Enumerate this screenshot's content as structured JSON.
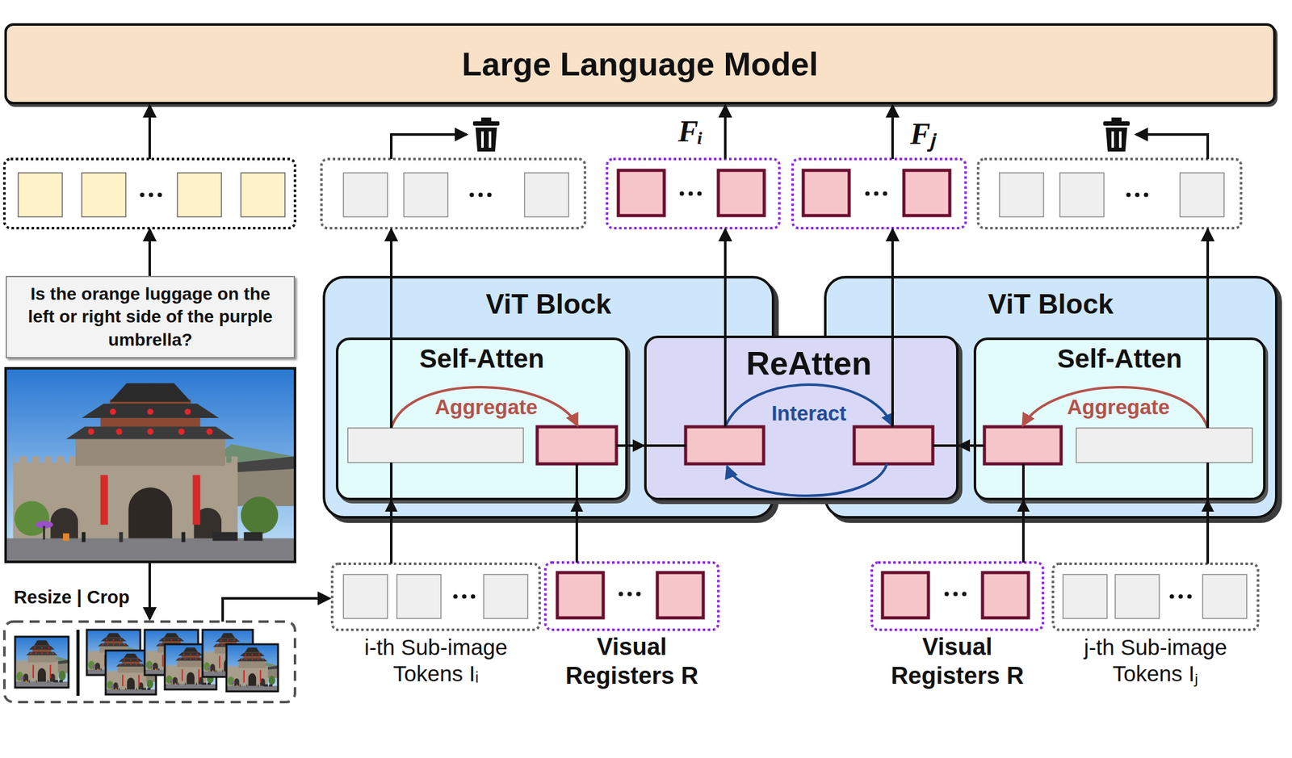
{
  "diagram": {
    "nodes": [
      {
        "text": [
          "Large Language Model"
        ]
      },
      {
        "text": [
          "Is the orange luggage on the left or right side of the purple umbrella?"
        ]
      },
      {
        "text": [
          "ViT Block"
        ]
      },
      {
        "text": [
          "Self-Atten"
        ],
        "in": 2
      },
      {
        "text": [
          "ReAtten"
        ]
      },
      {
        "text": [
          "ViT Block"
        ]
      },
      {
        "text": [
          "Self-Atten"
        ],
        "in": 5
      },
      {
        "text": [
          "i-th Sub-image Tokens Iᵢ"
        ]
      },
      {
        "text": [
          "Visual Registers R"
        ]
      },
      {
        "text": [
          "Visual Registers R"
        ]
      },
      {
        "text": [
          "j-th Sub-image Tokens Iⱼ"
        ]
      }
    ],
    "edges": [
      {
        "from": 7,
        "to": 3,
        "arrow": "to"
      },
      {
        "from": 8,
        "to": 3,
        "arrow": "to"
      },
      {
        "from": 3,
        "to": 4,
        "arrow": "to"
      },
      {
        "from": 6,
        "to": 4,
        "arrow": "to"
      },
      {
        "from": 9,
        "to": 6,
        "arrow": "to"
      },
      {
        "from": 10,
        "to": 6,
        "arrow": "to"
      }
    ],
    "labels": [
      "Aggregate",
      "Interact",
      "Aggregate",
      "Fᵢ",
      "Fⱼ",
      "Resize | Crop"
    ]
  }
}
